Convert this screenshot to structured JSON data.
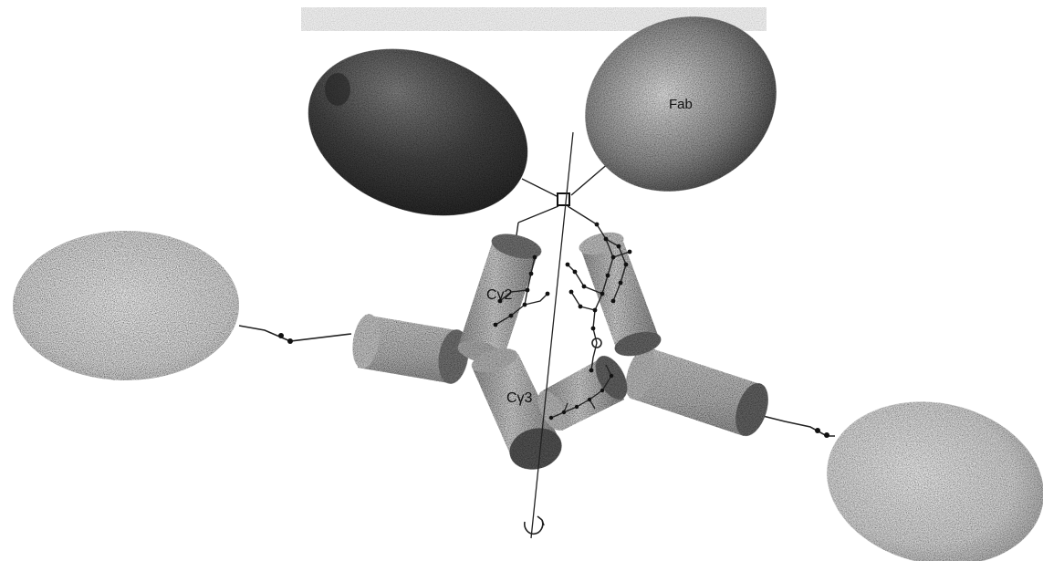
{
  "labels": {
    "fab": "Fab",
    "cg2": "Cγ2",
    "cg3": "Cγ3"
  },
  "colors": {
    "dark_fab": "#3a3a3a",
    "mid_fab": "#6a6a6a",
    "light_fab": "#d6d6d6",
    "domain_fill": "#bdbdbd",
    "domain_end": "#6d6d6d",
    "line": "#222222"
  },
  "icons": {
    "rotation": "rotation-arrow-icon",
    "hinge": "hinge-square-icon"
  }
}
